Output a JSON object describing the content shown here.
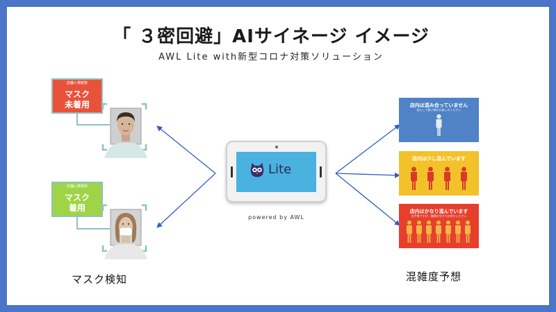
{
  "header": {
    "title": "「 ３密回避」AIサイネージ イメージ",
    "subtitle": "AWL Lite with新型コロナ対策ソリューション"
  },
  "mask_detection": {
    "section_label": "マスク検知",
    "unmasked": {
      "badge_header": "店舗入場者数",
      "line1": "マスク",
      "line2": "未着用",
      "color": "#e8523a"
    },
    "masked": {
      "badge_header": "店舗入場者数",
      "line1": "マスク",
      "line2": "着用",
      "color": "#9fd446"
    },
    "frame_color": "#8fc1be"
  },
  "device": {
    "screen_text": "Lite",
    "powered_by": "powered by AWL",
    "screen_color": "#4ab2df"
  },
  "congestion": {
    "section_label": "混雑度予想",
    "levels": [
      {
        "title": "店内は混み合っていません",
        "note": "安心して買い物をお楽しみください",
        "color": "#4f82c6",
        "people": 1
      },
      {
        "title": "店内は少し混んでいます",
        "note": "",
        "color": "#f3c22a",
        "people": 4
      },
      {
        "title": "店内はかなり混んでいます",
        "note": "お手数ですが、間隔を空けてお待ちください",
        "color": "#e6402c",
        "people": 7
      }
    ]
  },
  "arrow_color": "#2f5cc5"
}
